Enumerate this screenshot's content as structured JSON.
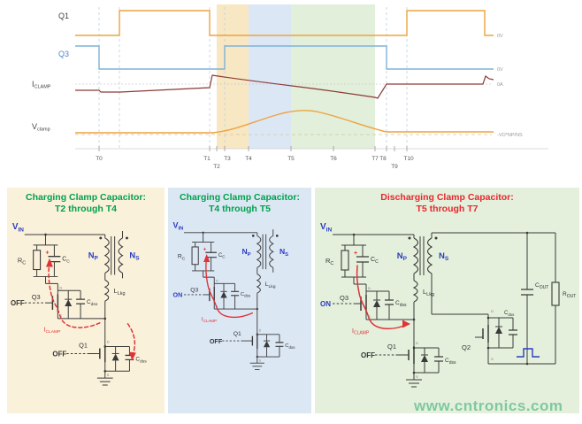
{
  "timing": {
    "labels": {
      "q1": "Q1",
      "q3": "Q3",
      "iclamp_base": "I",
      "iclamp_sub": "CLAMP",
      "vclamp_base": "V",
      "vclamp_sub": "clamp"
    },
    "right_labels": {
      "q1": "0V",
      "q3": "0V",
      "iclamp": "0A",
      "vclamp": "-VO*NP/NS"
    },
    "time_labels": [
      "T0",
      "T1",
      "T2",
      "T3",
      "T4",
      "T5",
      "T6",
      "T7",
      "T8",
      "T9",
      "T10"
    ],
    "signals": [
      {
        "name": "Q1",
        "color": "#EDA33F",
        "right_label": "0V",
        "behavior": "gate pulse: low, high shortly after T0 until T1, low from T1 to T10, high pulse again after T10"
      },
      {
        "name": "Q3",
        "color": "#7FB2D9",
        "right_label": "0V",
        "behavior": "high before T0, low from T0 to T3, high from T3 to T8, low after T8"
      },
      {
        "name": "ICLAMP",
        "color": "#8C3B36",
        "right_label": "0A",
        "behavior": "near zero while Q1 on, positive spike at T1-T2, decays and goes negative through T7, returns to 0A at T8, small spike at next cycle"
      },
      {
        "name": "Vclamp",
        "color": "#EDA33F",
        "right_label": "-VO*NP/NS",
        "behavior": "flat at clamp level, smooth hump rising from T2, peaking near T5, returning flat by T8"
      }
    ],
    "bands": [
      {
        "range": "T2-T4",
        "color": "#F7E7C3"
      },
      {
        "range": "T4-T5",
        "color": "#DCE7F6"
      },
      {
        "range": "T5-T7",
        "color": "#E2EFDB"
      }
    ]
  },
  "panels": [
    {
      "title": "Charging Clamp Capacitor:",
      "subtitle": "T2 through T4",
      "title_color": "#00A14B",
      "bg": "#FAF1DA",
      "current_path": "dashed",
      "labels": {
        "vin_base": "V",
        "vin_sub": "IN",
        "np_base": "N",
        "np_sub": "P",
        "ns_base": "N",
        "ns_sub": "S",
        "rc_base": "R",
        "rc_sub": "C",
        "cc_base": "C",
        "cc_sub": "C",
        "llkg_base": "L",
        "llkg_sub": "Lkg",
        "q3": "Q3",
        "q3_state": "OFF",
        "q1": "Q1",
        "q1_state": "OFF",
        "iclamp_base": "I",
        "iclamp_sub": "CLAMP",
        "cdss_base": "C",
        "cdss_sub": "dss",
        "plus": "+",
        "d": "D",
        "s": "S"
      }
    },
    {
      "title": "Charging Clamp Capacitor:",
      "subtitle": "T4 through T5",
      "title_color": "#00A14B",
      "bg": "#DCE7F4",
      "current_path": "solid",
      "labels": {
        "vin_base": "V",
        "vin_sub": "IN",
        "np_base": "N",
        "np_sub": "P",
        "ns_base": "N",
        "ns_sub": "S",
        "rc_base": "R",
        "rc_sub": "C",
        "cc_base": "C",
        "cc_sub": "C",
        "llkg_base": "L",
        "llkg_sub": "Lkg",
        "q3": "Q3",
        "q3_state": "ON",
        "q1": "Q1",
        "q1_state": "OFF",
        "iclamp_base": "I",
        "iclamp_sub": "CLAMP",
        "cdss_base": "C",
        "cdss_sub": "dss",
        "plus": "+",
        "d": "D",
        "s": "S"
      }
    },
    {
      "title": "Discharging Clamp Capacitor:",
      "subtitle": "T5 through T7",
      "title_color": "#E8262D",
      "bg": "#E4F0DC",
      "current_path": "solid",
      "labels": {
        "vin_base": "V",
        "vin_sub": "IN",
        "np_base": "N",
        "np_sub": "P",
        "ns_base": "N",
        "ns_sub": "S",
        "rc_base": "R",
        "rc_sub": "C",
        "cc_base": "C",
        "cc_sub": "C",
        "llkg_base": "L",
        "llkg_sub": "Lkg",
        "q3": "Q3",
        "q3_state": "ON",
        "q1": "Q1",
        "q1_state": "OFF",
        "q2": "Q2",
        "iclamp_base": "I",
        "iclamp_sub": "CLAMP",
        "cdss_base": "C",
        "cdss_sub": "dss",
        "cout_base": "C",
        "cout_sub": "OUT",
        "rout_base": "R",
        "rout_sub": "OUT",
        "plus": "+",
        "d": "D",
        "s": "S"
      }
    }
  ],
  "watermark": {
    "text": "www.cntronics.com",
    "color": "#7FC8A0"
  },
  "colors": {
    "q1_trace": "#EDA33F",
    "q3_trace": "#7FB2D9",
    "iclamp_trace": "#8C3B36",
    "vclamp_trace": "#EDA33F",
    "band_t2_t4": "#F7E7C3",
    "band_t4_t5": "#DCE7F6",
    "band_t5_t7": "#E2EFDB",
    "panel1_bg": "#FAF1DA",
    "panel2_bg": "#DCE7F4",
    "panel3_bg": "#E4F0DC",
    "title_green": "#00A14B",
    "title_red": "#E8262D",
    "schematic_blue": "#2A3CC0",
    "schematic_red": "#E03238"
  }
}
